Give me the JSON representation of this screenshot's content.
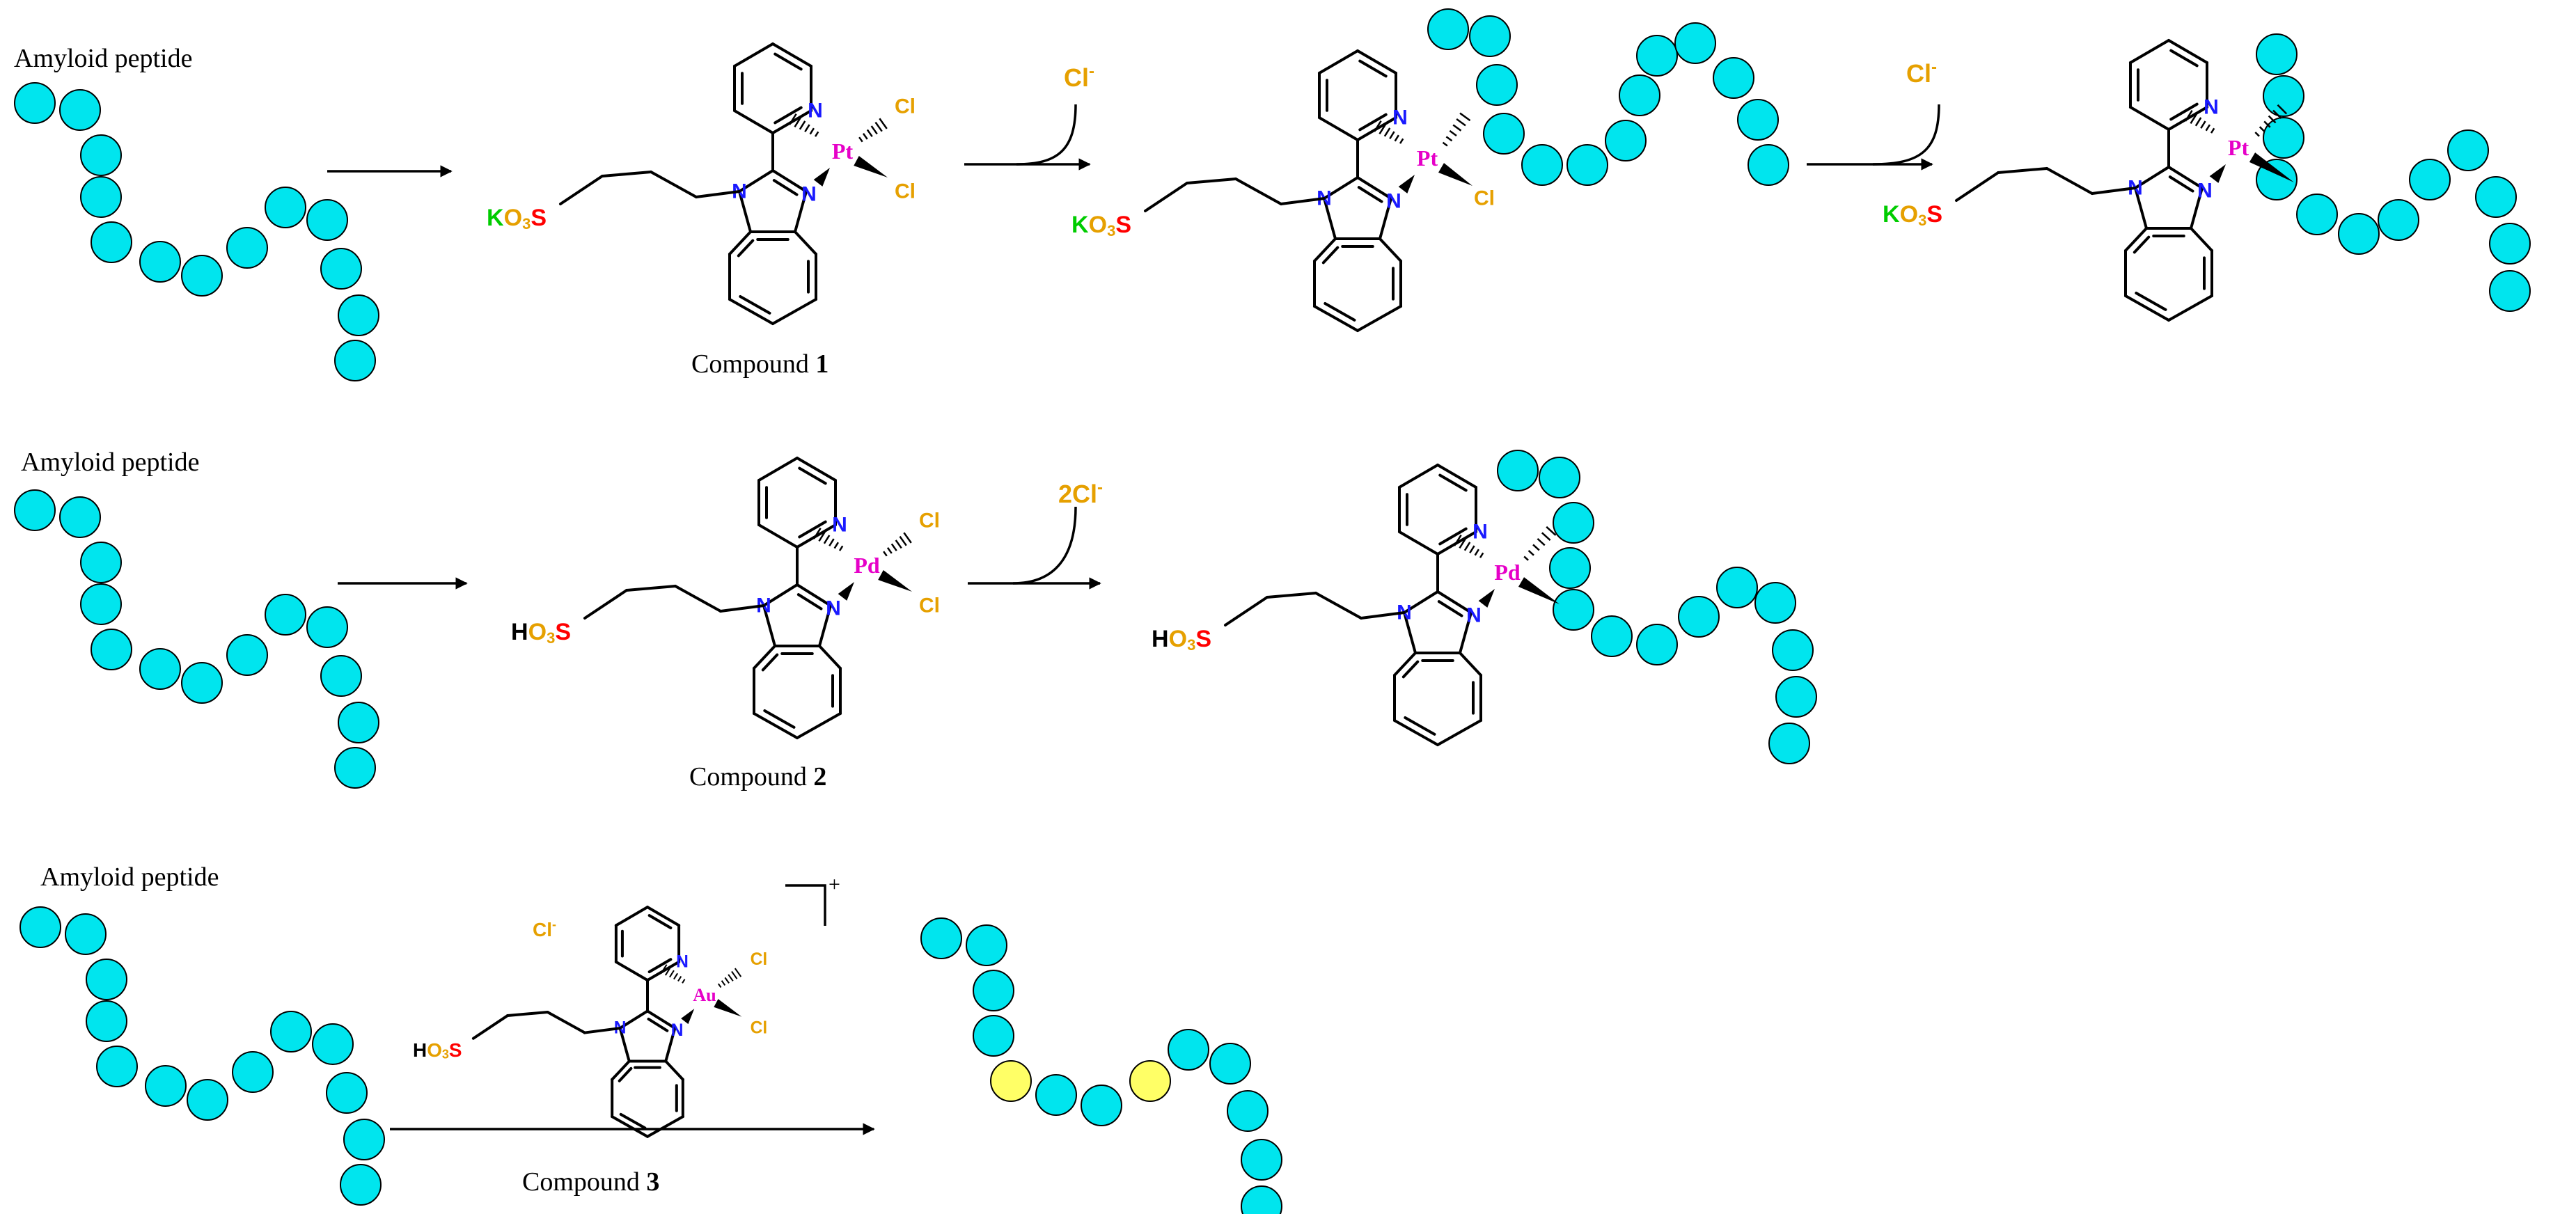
{
  "colors": {
    "peptide_cyan": "#00e5ee",
    "peptide_yellow": "#ffff66",
    "nitrogen": "#1a1aff",
    "chlorine": "#e6a000",
    "metal": "#e600c8",
    "potassium": "#00cc00",
    "oxygen": "#e6a000",
    "sulfur": "#ff0000"
  },
  "peptide_label": "Amyloid peptide",
  "atoms": {
    "N": "N",
    "Cl": "Cl",
    "S": "S",
    "O": "O",
    "sub3": "3",
    "K": "K",
    "H": "H"
  },
  "rows": [
    {
      "metal": "Pt",
      "cation": "K",
      "compound_text": "Compound ",
      "compound_num": "1",
      "released": [
        "Cl",
        "Cl"
      ],
      "released_charge": "-"
    },
    {
      "metal": "Pd",
      "cation": "H",
      "compound_text": "Compound ",
      "compound_num": "2",
      "released": [
        "2Cl"
      ],
      "released_charge": "-"
    },
    {
      "metal": "Au",
      "cation": "H",
      "compound_text": "Compound ",
      "compound_num": "3",
      "counter_ion": "Cl",
      "counter_charge": "-",
      "complex_charge": "+"
    }
  ]
}
